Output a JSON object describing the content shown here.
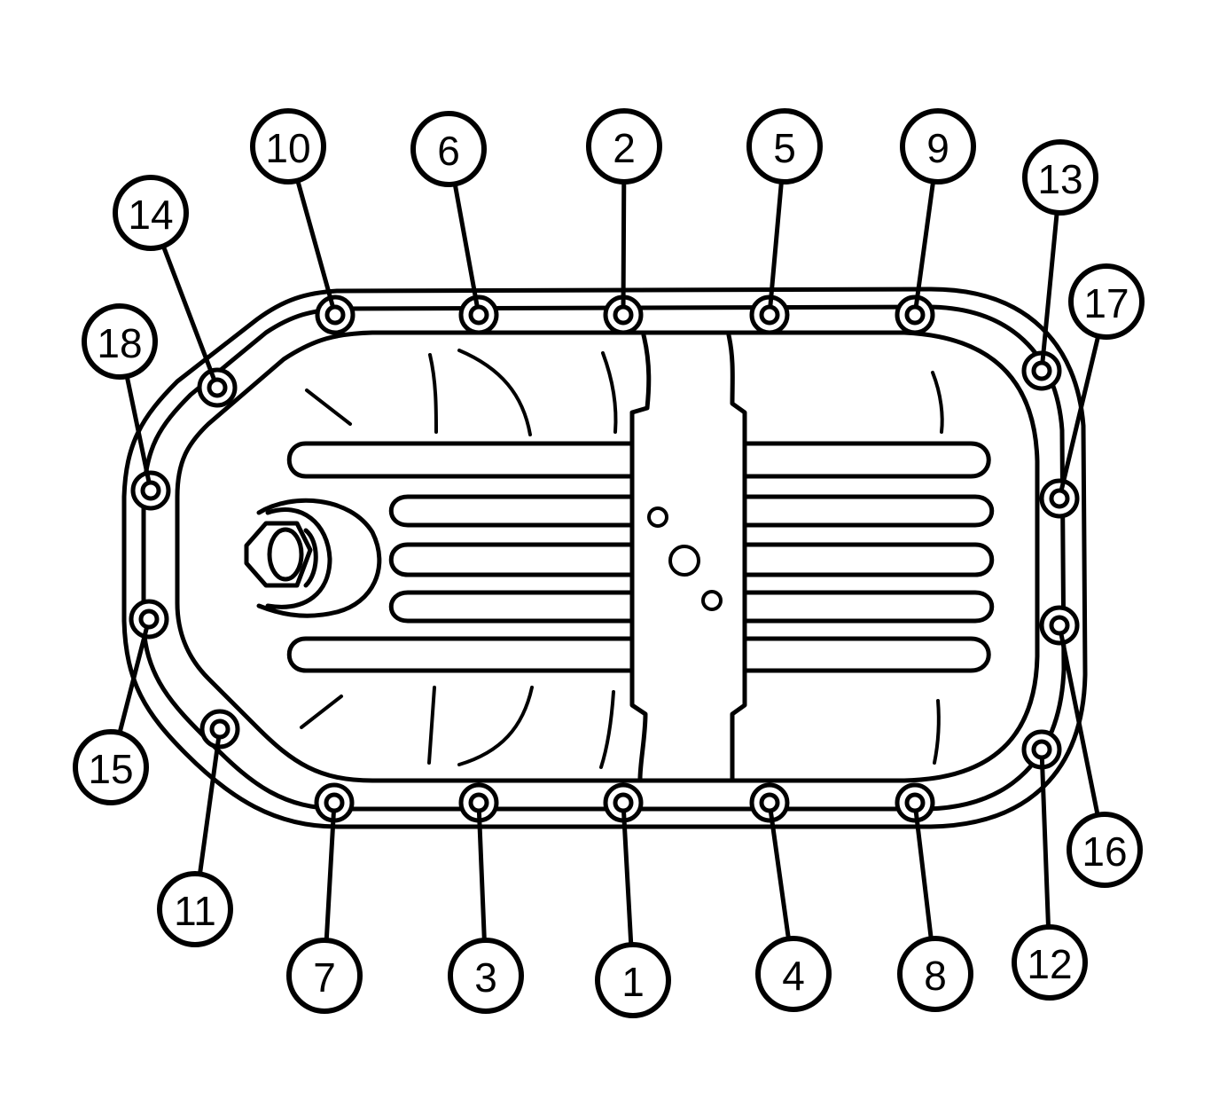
{
  "bolts": [
    {
      "label": "1"
    },
    {
      "label": "2"
    },
    {
      "label": "3"
    },
    {
      "label": "4"
    },
    {
      "label": "5"
    },
    {
      "label": "6"
    },
    {
      "label": "7"
    },
    {
      "label": "8"
    },
    {
      "label": "9"
    },
    {
      "label": "10"
    },
    {
      "label": "11"
    },
    {
      "label": "12"
    },
    {
      "label": "13"
    },
    {
      "label": "14"
    },
    {
      "label": "15"
    },
    {
      "label": "16"
    },
    {
      "label": "17"
    },
    {
      "label": "18"
    }
  ]
}
